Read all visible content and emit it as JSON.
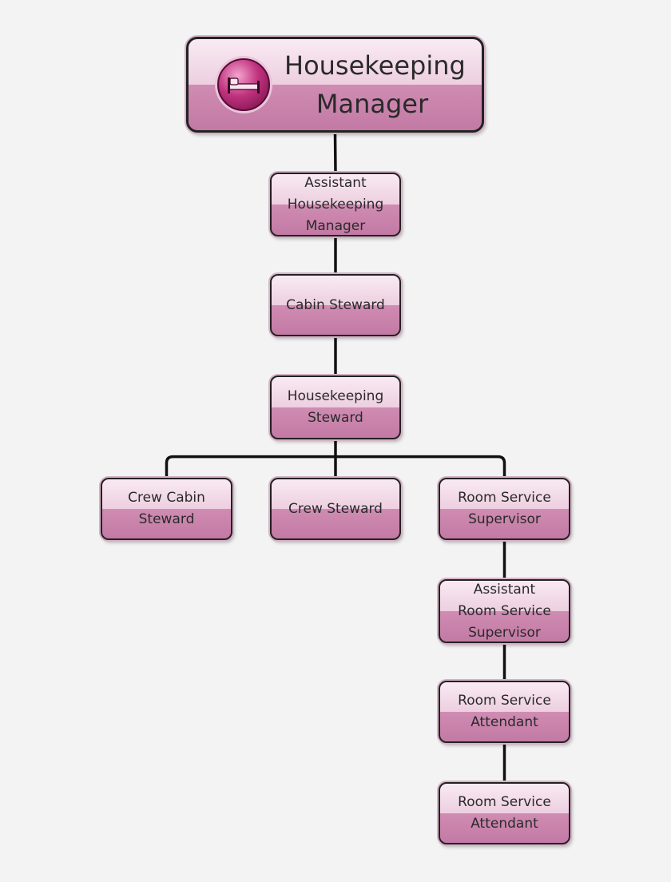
{
  "nodes": [
    {
      "id": "housekeeping-manager",
      "lines": [
        "Housekeeping",
        "Manager"
      ]
    },
    {
      "id": "assistant-housekeeping-manager",
      "lines": [
        "Assistant",
        "Housekeeping",
        "Manager"
      ]
    },
    {
      "id": "cabin-steward",
      "lines": [
        "Cabin Steward"
      ]
    },
    {
      "id": "housekeeping-steward",
      "lines": [
        "Housekeeping",
        "Steward"
      ]
    },
    {
      "id": "crew-cabin-steward",
      "lines": [
        "Crew Cabin",
        "Steward"
      ]
    },
    {
      "id": "crew-steward",
      "lines": [
        "Crew Steward"
      ]
    },
    {
      "id": "room-service-supervisor",
      "lines": [
        "Room Service",
        "Supervisor"
      ]
    },
    {
      "id": "assistant-room-service-supervisor",
      "lines": [
        "Assistant",
        "Room Service",
        "Supervisor"
      ]
    },
    {
      "id": "room-service-attendant-1",
      "lines": [
        "Room Service",
        "Attendant"
      ]
    },
    {
      "id": "room-service-attendant-2",
      "lines": [
        "Room Service",
        "Attendant"
      ]
    }
  ],
  "edges": [
    [
      "housekeeping-manager",
      "assistant-housekeeping-manager"
    ],
    [
      "assistant-housekeeping-manager",
      "cabin-steward"
    ],
    [
      "cabin-steward",
      "housekeeping-steward"
    ],
    [
      "housekeeping-steward",
      "crew-cabin-steward"
    ],
    [
      "housekeeping-steward",
      "crew-steward"
    ],
    [
      "housekeeping-steward",
      "room-service-supervisor"
    ],
    [
      "room-service-supervisor",
      "assistant-room-service-supervisor"
    ],
    [
      "assistant-room-service-supervisor",
      "room-service-attendant-1"
    ],
    [
      "room-service-attendant-1",
      "room-service-attendant-2"
    ]
  ],
  "root_icon": "bed-icon",
  "colors": {
    "node_fill_top": "#f9eaf3",
    "node_fill_bottom": "#c27aa4",
    "border": "#222222",
    "connector": "#111111"
  }
}
